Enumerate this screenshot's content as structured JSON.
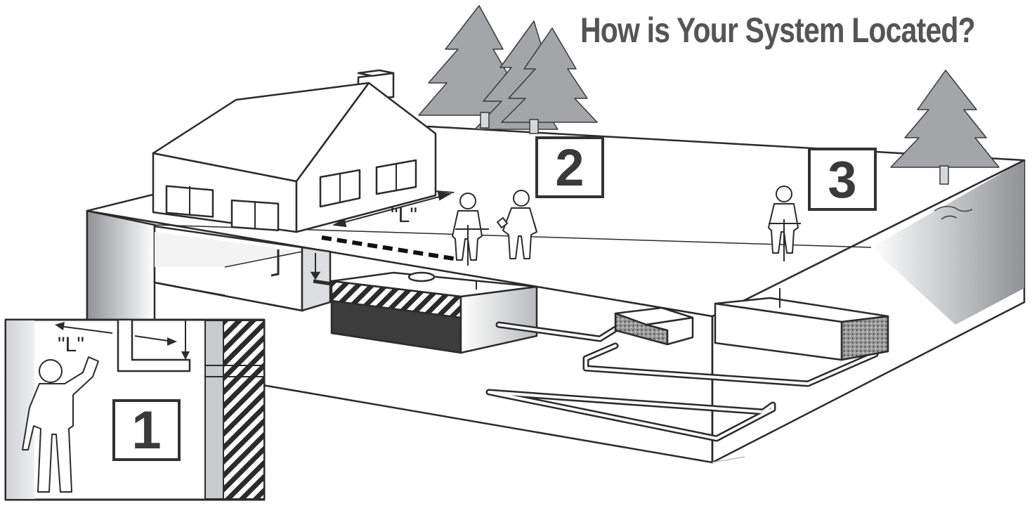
{
  "title": "How is Your System Located?",
  "markers": {
    "one": "1",
    "two": "2",
    "three": "3"
  },
  "distance_labels": {
    "indoor": "\"L\"",
    "outdoor": "\"L\""
  },
  "colors": {
    "title": "#555555",
    "tree": "#a3a5a8",
    "line": "#2b2b2b",
    "tank_fill": "#3c3c3c"
  }
}
